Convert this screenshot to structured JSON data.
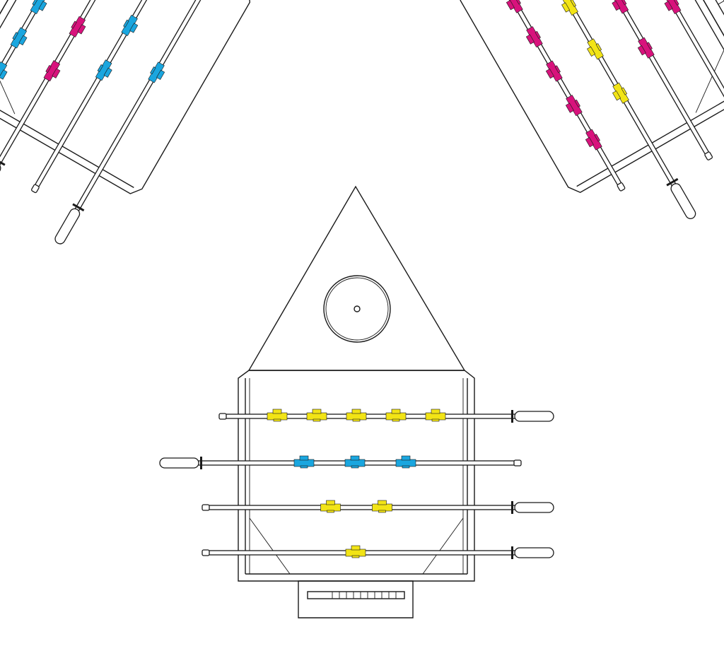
{
  "figure_colors": {
    "cyan": "#1aa6df",
    "magenta": "#d8127c",
    "yellow": "#f2e416"
  },
  "tables": [
    {
      "side": "left",
      "rods": [
        {
          "figures": 1,
          "color": "cyan"
        },
        {
          "figures": 2,
          "color": "cyan"
        },
        {
          "figures": 3,
          "color": "magenta"
        },
        {
          "figures": 5,
          "color": "cyan"
        }
      ]
    },
    {
      "side": "right",
      "rods": [
        {
          "figures": 5,
          "color": "magenta"
        },
        {
          "figures": 3,
          "color": "yellow"
        },
        {
          "figures": 2,
          "color": "magenta"
        },
        {
          "figures": 1,
          "color": "magenta"
        }
      ]
    },
    {
      "side": "bottom",
      "rods": [
        {
          "figures": 5,
          "color": "yellow"
        },
        {
          "figures": 3,
          "color": "cyan"
        },
        {
          "figures": 2,
          "color": "yellow"
        },
        {
          "figures": 1,
          "color": "yellow"
        }
      ]
    }
  ]
}
